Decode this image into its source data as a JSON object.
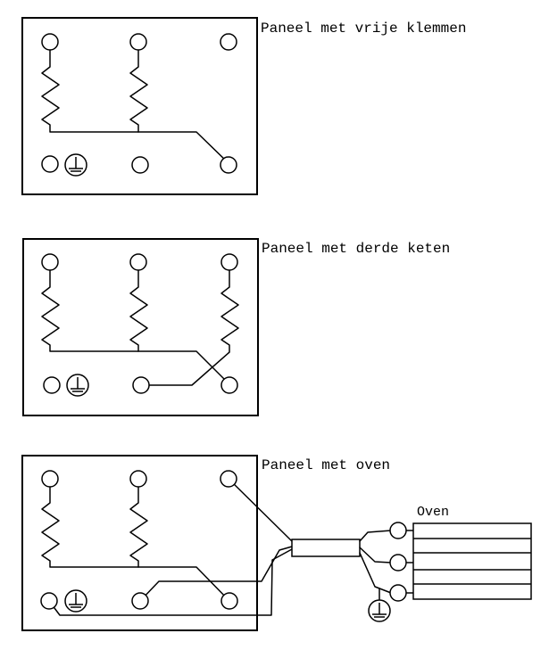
{
  "panels": {
    "free_terminals": {
      "title": "Paneel met vrije klemmen"
    },
    "third_circuit": {
      "title": "Paneel met derde keten"
    },
    "oven": {
      "title": "Paneel met oven"
    }
  },
  "oven": {
    "label": "Oven"
  }
}
